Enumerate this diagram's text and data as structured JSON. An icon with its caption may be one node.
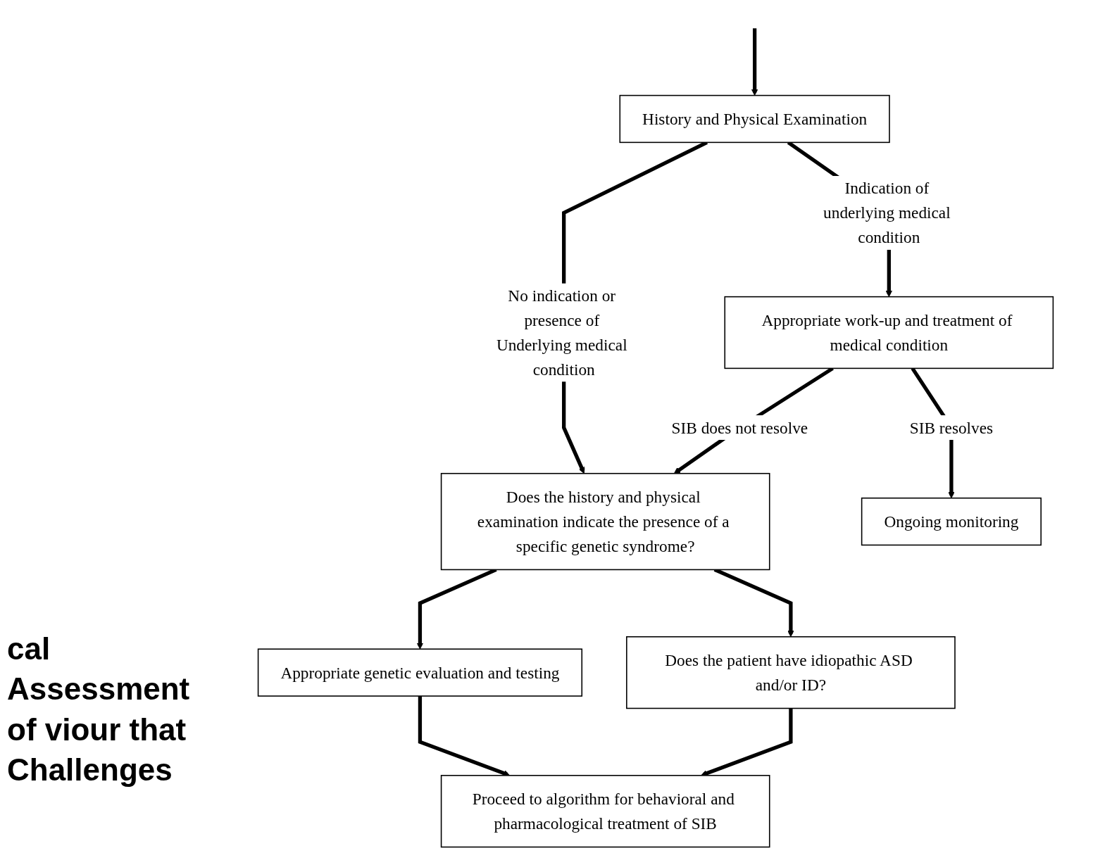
{
  "diagram": {
    "title": "cal Assessment of viour that Challenges",
    "nodes": [
      {
        "text": [
          "History and Physical Examination"
        ]
      },
      {
        "text": [
          "Appropriate work-up and treatment of medical condition"
        ]
      },
      {
        "text": [
          "Does the history and physical examination indicate the presence of a specific genetic syndrome?"
        ]
      },
      {
        "text": [
          "Ongoing monitoring"
        ]
      },
      {
        "text": [
          "Appropriate genetic evaluation and testing"
        ]
      },
      {
        "text": [
          "Does the patient have idiopathic ASD and/or ID?"
        ]
      },
      {
        "text": [
          "Proceed to algorithm for behavioral and pharmacological treatment of SIB"
        ]
      }
    ],
    "edges": [
      {
        "from": null,
        "to": 0,
        "arrow": "to"
      },
      {
        "from": 0,
        "to": 1,
        "arrow": "to",
        "label": "Indication of underlying medical condition"
      },
      {
        "from": 0,
        "to": 2,
        "arrow": "to",
        "label": "No indication or presence of Underlying medical condition"
      },
      {
        "from": 1,
        "to": 3,
        "arrow": "to",
        "label": "SIB resolves"
      },
      {
        "from": 1,
        "to": 2,
        "arrow": "to",
        "label": "SIB does not resolve"
      },
      {
        "from": 2,
        "to": 4,
        "arrow": "to"
      },
      {
        "from": 2,
        "to": 5,
        "arrow": "to"
      },
      {
        "from": 4,
        "to": 6,
        "arrow": "to"
      },
      {
        "from": 5,
        "to": 6,
        "arrow": "to"
      }
    ]
  }
}
